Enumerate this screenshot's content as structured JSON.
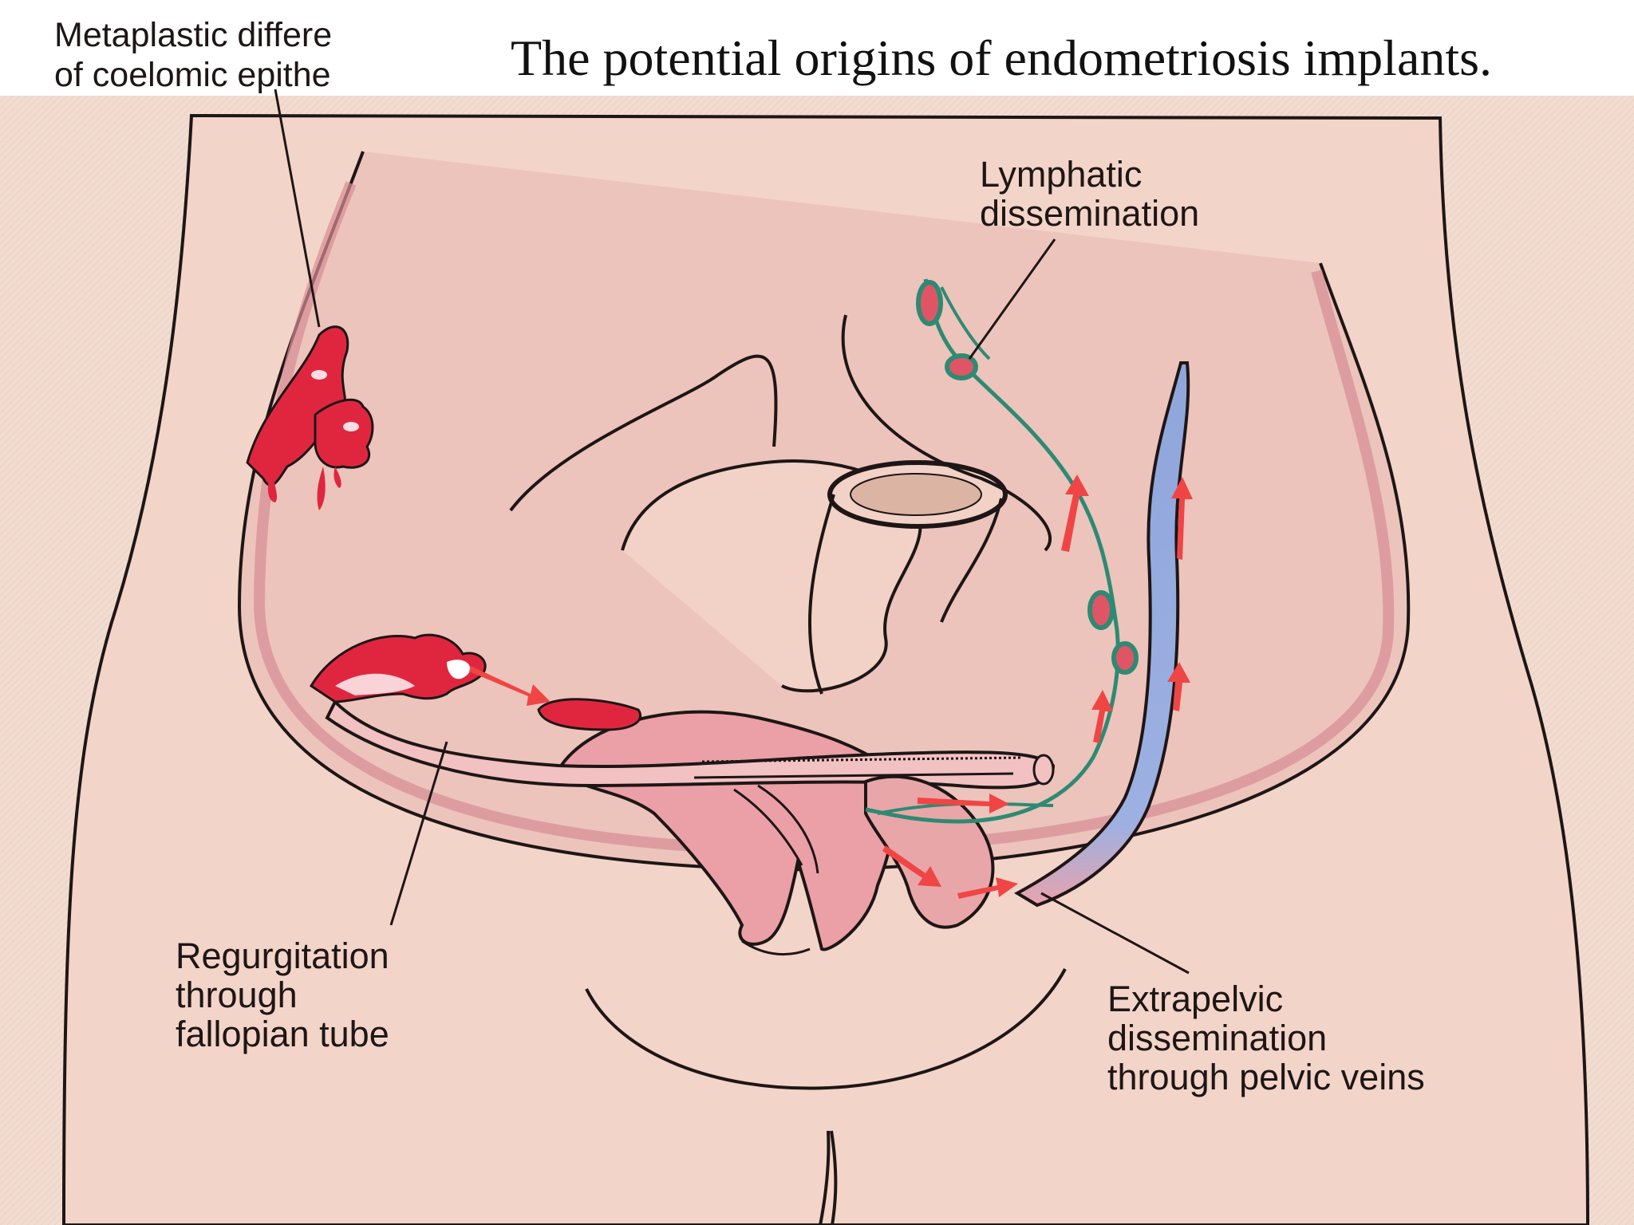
{
  "title": "The potential origins of endometriosis implants.",
  "labels": {
    "metaplastic": [
      "Metaplastic differe",
      "of coelomic epithe"
    ],
    "lymphatic": [
      "Lymphatic",
      "dissemination"
    ],
    "regurgitation": [
      "Regurgitation",
      "through",
      "fallopian tube"
    ],
    "extrapelvic": [
      "Extrapelvic",
      "dissemination",
      "through pelvic veins"
    ]
  },
  "colors": {
    "background": "#f2dcd0",
    "skin": "#f2d2c6",
    "tissue_pink": "#e59aa0",
    "implant_red": "#e0263f",
    "lymph_green": "#2e8a72",
    "vein_blue": "#8fa6db",
    "arrow_red": "#f04545",
    "outline": "#1e1616"
  }
}
